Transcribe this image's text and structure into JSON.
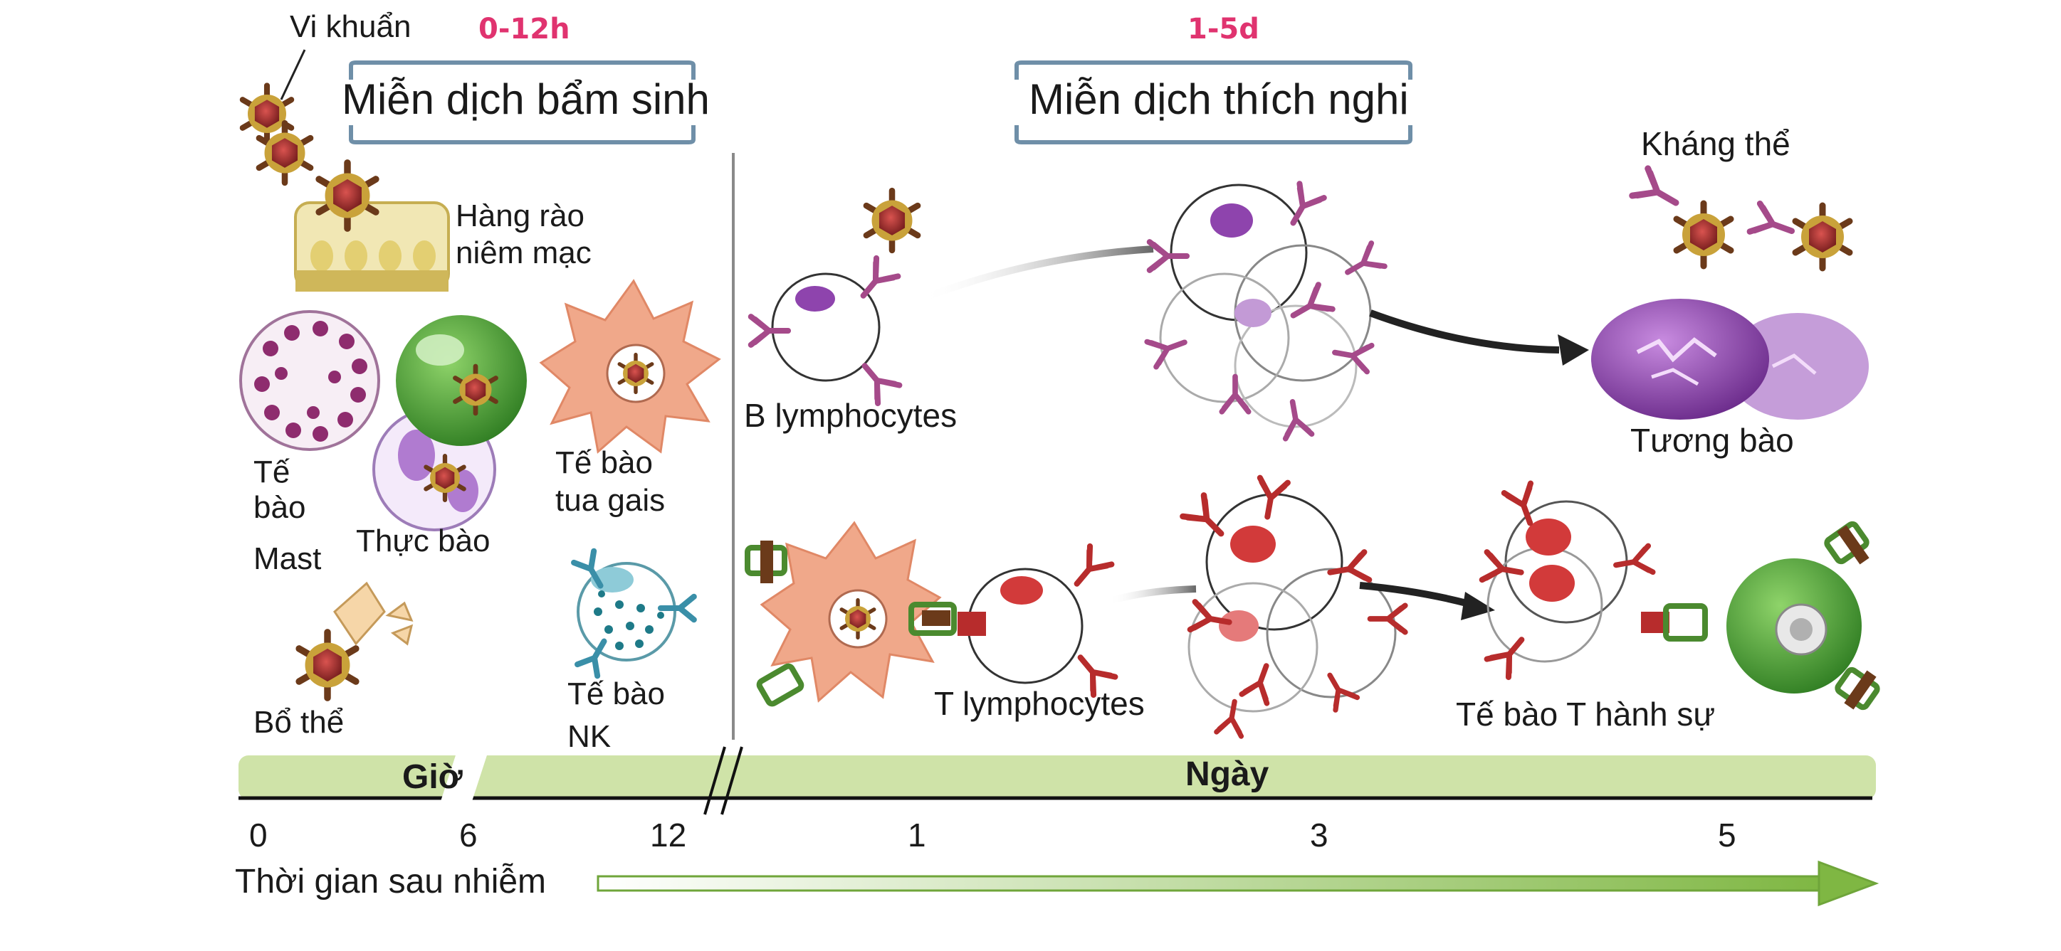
{
  "header": {
    "innate_time": "0-12h",
    "adaptive_time": "1-5d",
    "innate_title": "Miễn dịch bẩm sinh",
    "adaptive_title": "Miễn dịch thích nghi"
  },
  "innate_labels": {
    "bacteria": "Vi khuẩn",
    "mucosal_line1": "Hàng rào",
    "mucosal_line2": "niêm mạc",
    "mast_line1": "Tế",
    "mast_line2": "bào",
    "mast_line3": "Mast",
    "phagocyte": "Thực bào",
    "dendritic_line1": "Tế bào",
    "dendritic_line2": "tua gais",
    "complement": "Bổ thể",
    "nk_line1": "Tế bào",
    "nk_line2": "NK"
  },
  "adaptive_labels": {
    "antibody": "Kháng thể",
    "b_lymphocytes": "B lymphocytes",
    "plasma_cell": "Tương bào",
    "t_lymphocytes": "T lymphocytes",
    "effector_t": "Tế bào T hành sự"
  },
  "timeline": {
    "hours_label": "Giờ",
    "days_label": "Ngày",
    "ticks": [
      "0",
      "6",
      "12",
      "1",
      "3",
      "5"
    ],
    "caption": "Thời gian sau nhiễm"
  },
  "colors": {
    "pink_text": "#e0336f",
    "timeline_band": "#cfe3a8",
    "arrow_green": "#6fa53a",
    "header_box": "#6f8fa8",
    "bacteria": "#a02c2c",
    "b_cell_nucleus": "#8e44ad",
    "t_cell_nucleus": "#d23a3a",
    "dendritic": "#f0a88a",
    "phagocyte_green": "#3f9a2e"
  }
}
